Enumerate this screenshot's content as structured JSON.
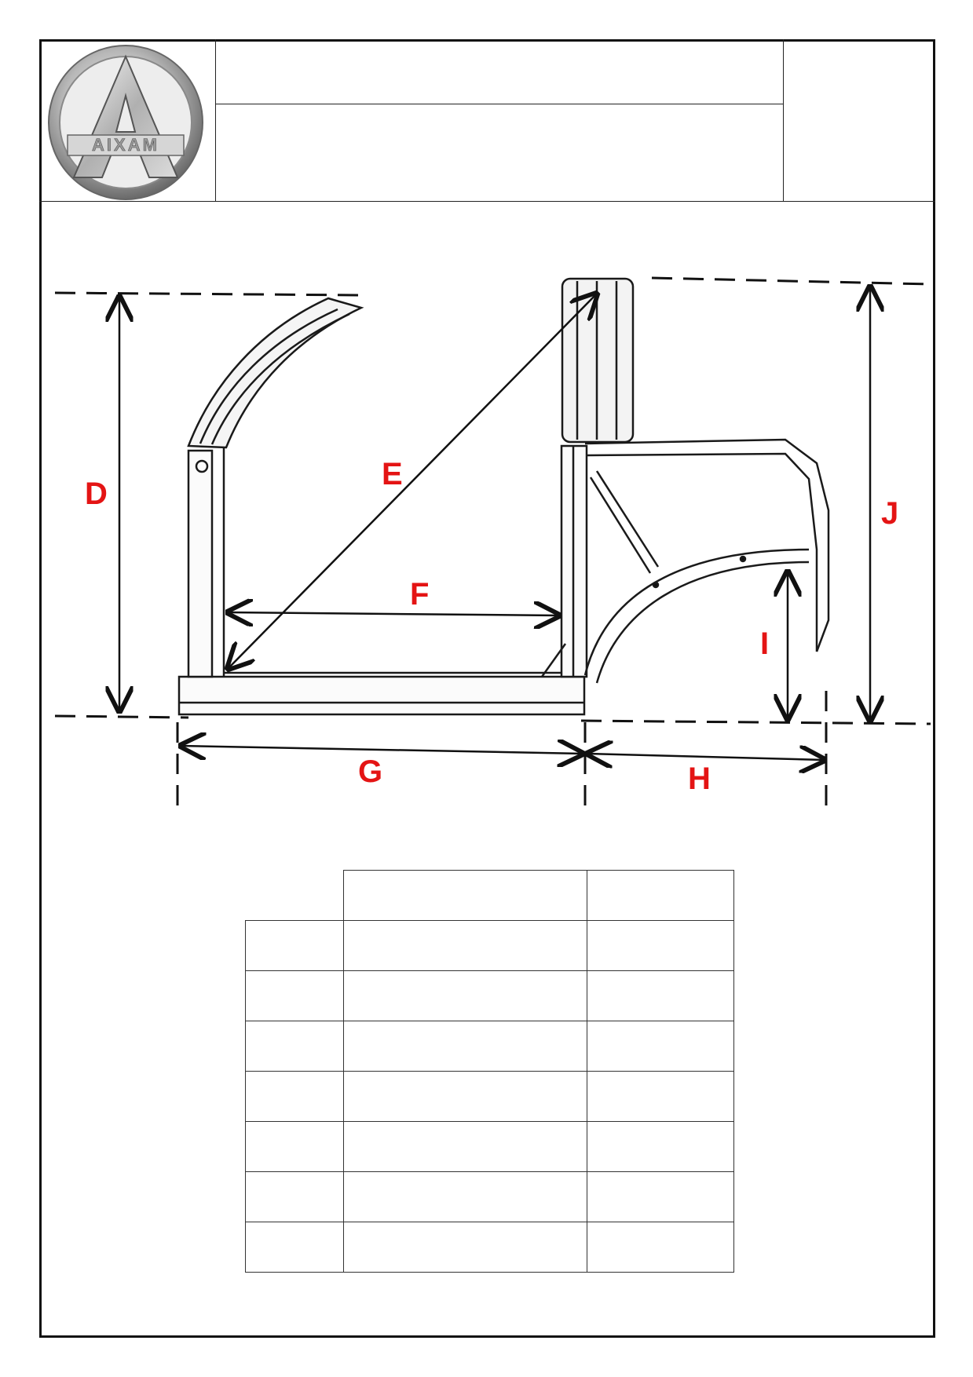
{
  "header": {
    "logo": {
      "brand": "AIXAM",
      "icon": "aixam-logo-icon"
    }
  },
  "dimensions": {
    "labels": [
      "D",
      "E",
      "F",
      "G",
      "H",
      "I",
      "J"
    ]
  },
  "table": {
    "header_row": [
      "",
      "",
      ""
    ],
    "rows": [
      [
        "",
        "",
        ""
      ],
      [
        "",
        "",
        ""
      ],
      [
        "",
        "",
        ""
      ],
      [
        "",
        "",
        ""
      ],
      [
        "",
        "",
        ""
      ],
      [
        "",
        "",
        ""
      ],
      [
        "",
        "",
        ""
      ]
    ]
  },
  "colors": {
    "dimension_label": "#e41414",
    "line": "#111111"
  }
}
